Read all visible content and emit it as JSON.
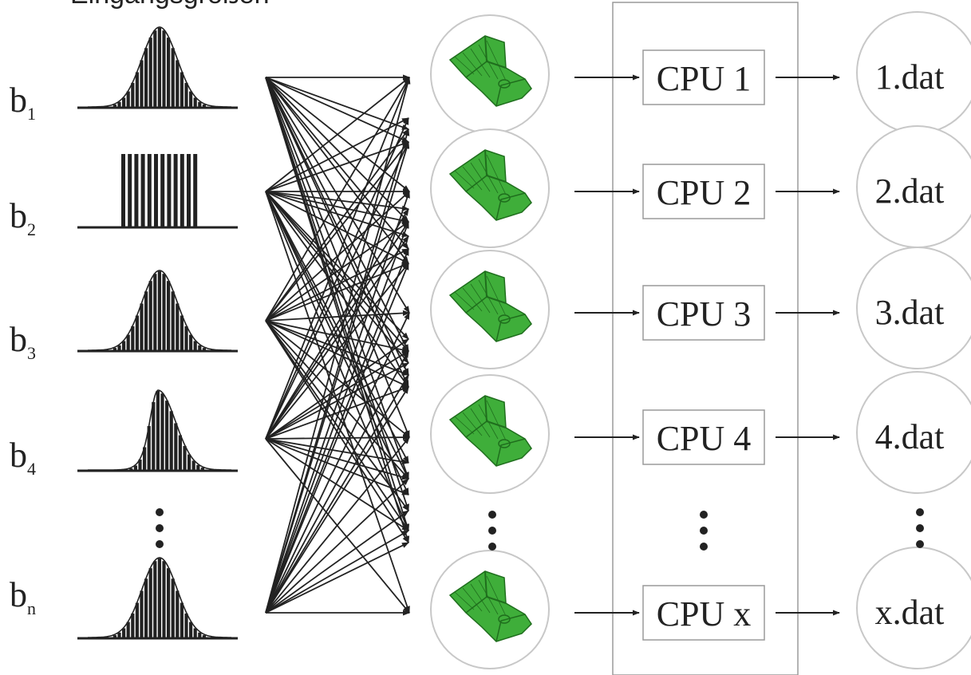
{
  "title": "Eingangsgrößen",
  "inputs": [
    {
      "base": "b",
      "sub": "1",
      "dist": "gauss"
    },
    {
      "base": "b",
      "sub": "2",
      "dist": "uniform"
    },
    {
      "base": "b",
      "sub": "3",
      "dist": "gauss"
    },
    {
      "base": "b",
      "sub": "4",
      "dist": "gauss-skew"
    },
    {
      "base": "b",
      "sub": "n",
      "dist": "gauss"
    }
  ],
  "models": [
    {
      "icon": "fe-model-icon"
    },
    {
      "icon": "fe-model-icon"
    },
    {
      "icon": "fe-model-icon"
    },
    {
      "icon": "fe-model-icon"
    },
    {
      "icon": "fe-model-icon"
    }
  ],
  "cpus": [
    "CPU 1",
    "CPU 2",
    "CPU 3",
    "CPU 4",
    "CPU x"
  ],
  "outputs": [
    "1.dat",
    "2.dat",
    "3.dat",
    "4.dat",
    "x.dat"
  ],
  "colors": {
    "line": "#222222",
    "circle": "#c8c8c8",
    "model_green": "#3fae3a",
    "model_dark": "#1f6e1d",
    "box": "#9a9a9a"
  }
}
